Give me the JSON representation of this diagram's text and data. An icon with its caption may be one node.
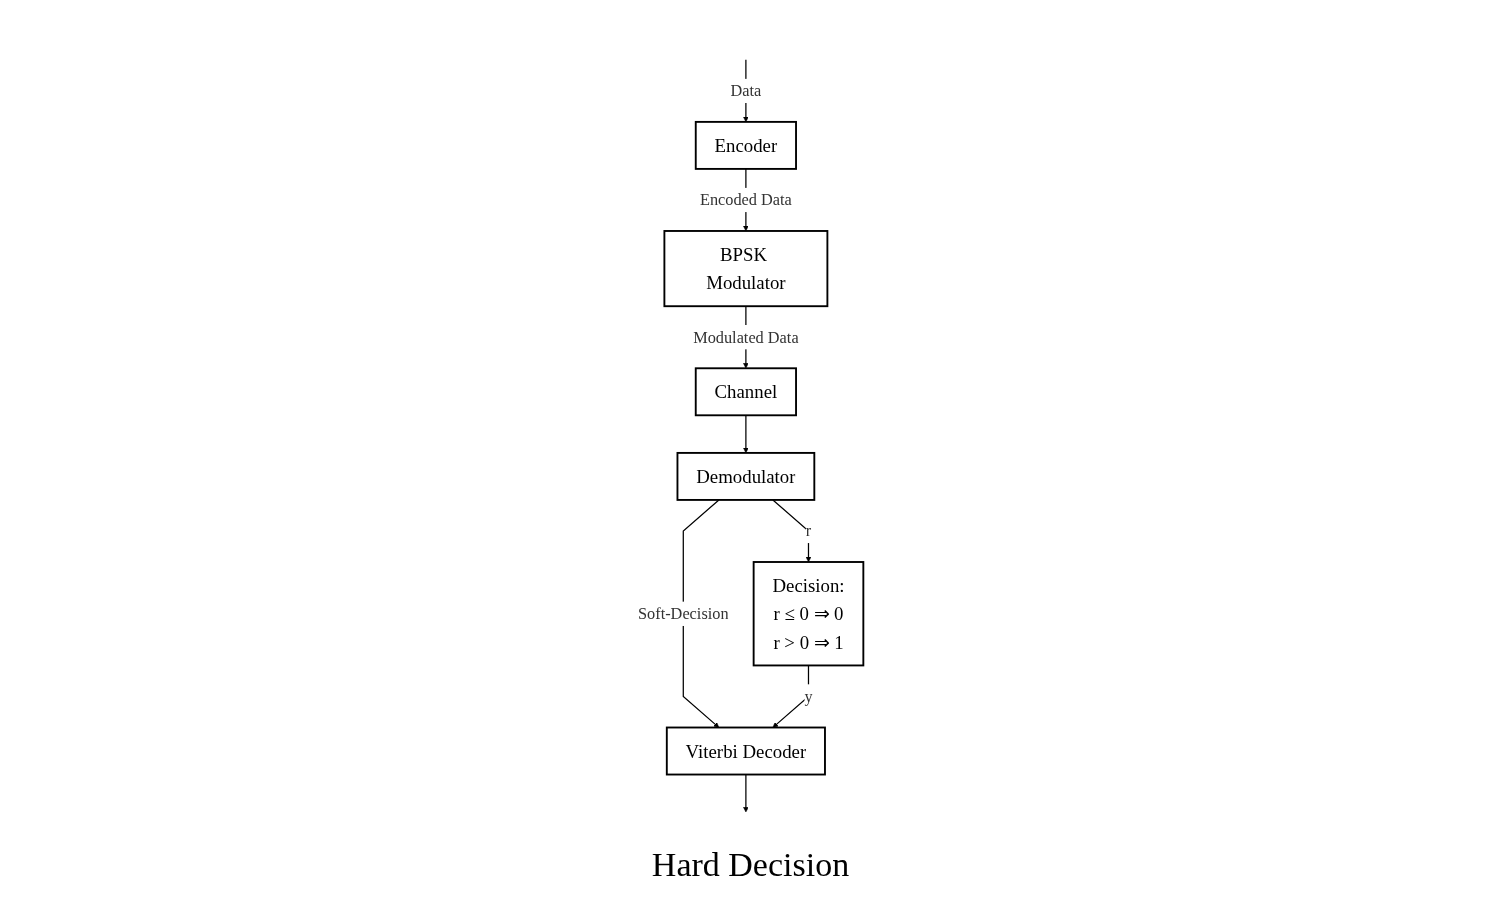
{
  "diagram": {
    "nodes": [
      {
        "text": [
          "Encoder"
        ]
      },
      {
        "text": [
          "BPSK Modulator"
        ]
      },
      {
        "text": [
          "Channel"
        ]
      },
      {
        "text": [
          "Demodulator"
        ]
      },
      {
        "text": [
          "Decision:",
          "r ≤ 0 ⇒ 0",
          "r > 0 ⇒ 1"
        ]
      },
      {
        "text": [
          "Viterbi Decoder"
        ]
      }
    ],
    "edges": [
      {
        "from": null,
        "to": 0,
        "arrow": "to",
        "label": "Data"
      },
      {
        "from": 0,
        "to": 1,
        "arrow": "to",
        "label": "Encoded Data"
      },
      {
        "from": 1,
        "to": 2,
        "arrow": "to",
        "label": "Modulated Data"
      },
      {
        "from": 2,
        "to": 3,
        "arrow": "to"
      },
      {
        "from": 3,
        "to": 5,
        "arrow": "to",
        "label": "Soft-Decision"
      },
      {
        "from": 3,
        "to": 4,
        "arrow": "to",
        "label": "r"
      },
      {
        "from": 4,
        "to": 5,
        "arrow": "to",
        "label": "y"
      },
      {
        "from": 5,
        "to": null,
        "arrow": "to"
      }
    ],
    "labels": [
      "Hard Decision"
    ]
  }
}
